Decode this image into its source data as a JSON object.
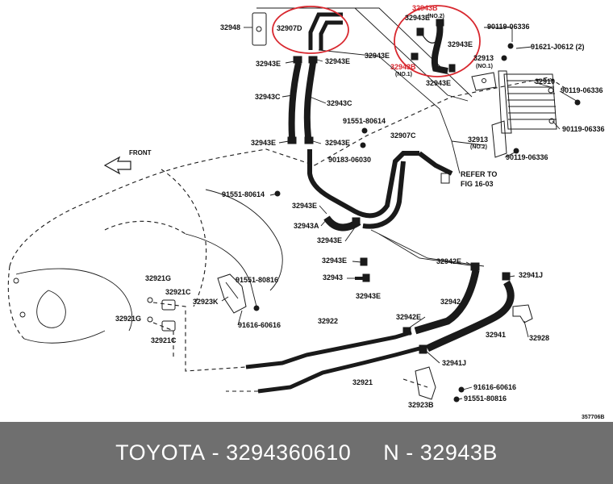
{
  "diagram_code": "357706B",
  "footer": {
    "brand": "TOYOTA",
    "part_number": "3294360610",
    "part_ref": "N - 32943B"
  },
  "colors": {
    "highlight": "#d8282f",
    "footer_bg": "#6f6f6f",
    "footer_text": "#ffffff"
  },
  "icons": {
    "front_arrow": "arrow-icon"
  },
  "labels": {
    "l32948": "32948",
    "l32907D": "32907D",
    "l32943B_top": "32943B",
    "no2_top": "(NO.2)",
    "l32943E_a": "32943E",
    "l32943E_b": "32943E",
    "l32943E_c": "32943E",
    "l32943E_d": "32943E",
    "l32943B_mid": "32943B",
    "no1_mid": "(NO.1)",
    "l32943E_e": "32943E",
    "l90119_a": "90119-06336",
    "l91621": "91621-J0612 (2)",
    "l32913_a": "32913",
    "no1_b": "(NO.1)",
    "l32943E_f": "32943E",
    "l32943E_g": "32943E",
    "l32910": "32910",
    "l90119_b": "90119-06336",
    "l32943C_a": "32943C",
    "l32943C_b": "32943C",
    "l91551_a": "91551-80614",
    "l90119_c": "90119-06336",
    "l32943E_h": "32943E",
    "l32907C": "32907C",
    "l32913_b": "32913",
    "no2_b": "(NO.2)",
    "l90119_d": "90119-06336",
    "front": "FRONT",
    "l90183": "90183-06030",
    "refer1": "REFER TO",
    "refer2": "FIG 16-03",
    "l91551_b": "91551-80614",
    "l32943E_i": "32943E",
    "l32943A": "32943A",
    "l32943E_j": "32943E",
    "l32943E_k": "32943E",
    "l32942E_a": "32942E",
    "l32943": "32943",
    "l32943E_l": "32943E",
    "l32941J_a": "32941J",
    "l32921G_a": "32921G",
    "l91551_c": "91551-80816",
    "l32921C_a": "32921C",
    "l32942": "32942",
    "l32923K": "32923K",
    "l32921G_b": "32921G",
    "l91616_a": "91616-60616",
    "l32942E_b": "32942E",
    "l32921C_b": "32921C",
    "l32922": "32922",
    "l32941": "32941",
    "l32928": "32928",
    "l32941J_b": "32941J",
    "l32921": "32921",
    "l91616_b": "91616-60616",
    "l91551_d": "91551-80816",
    "l32923B": "32923B"
  }
}
